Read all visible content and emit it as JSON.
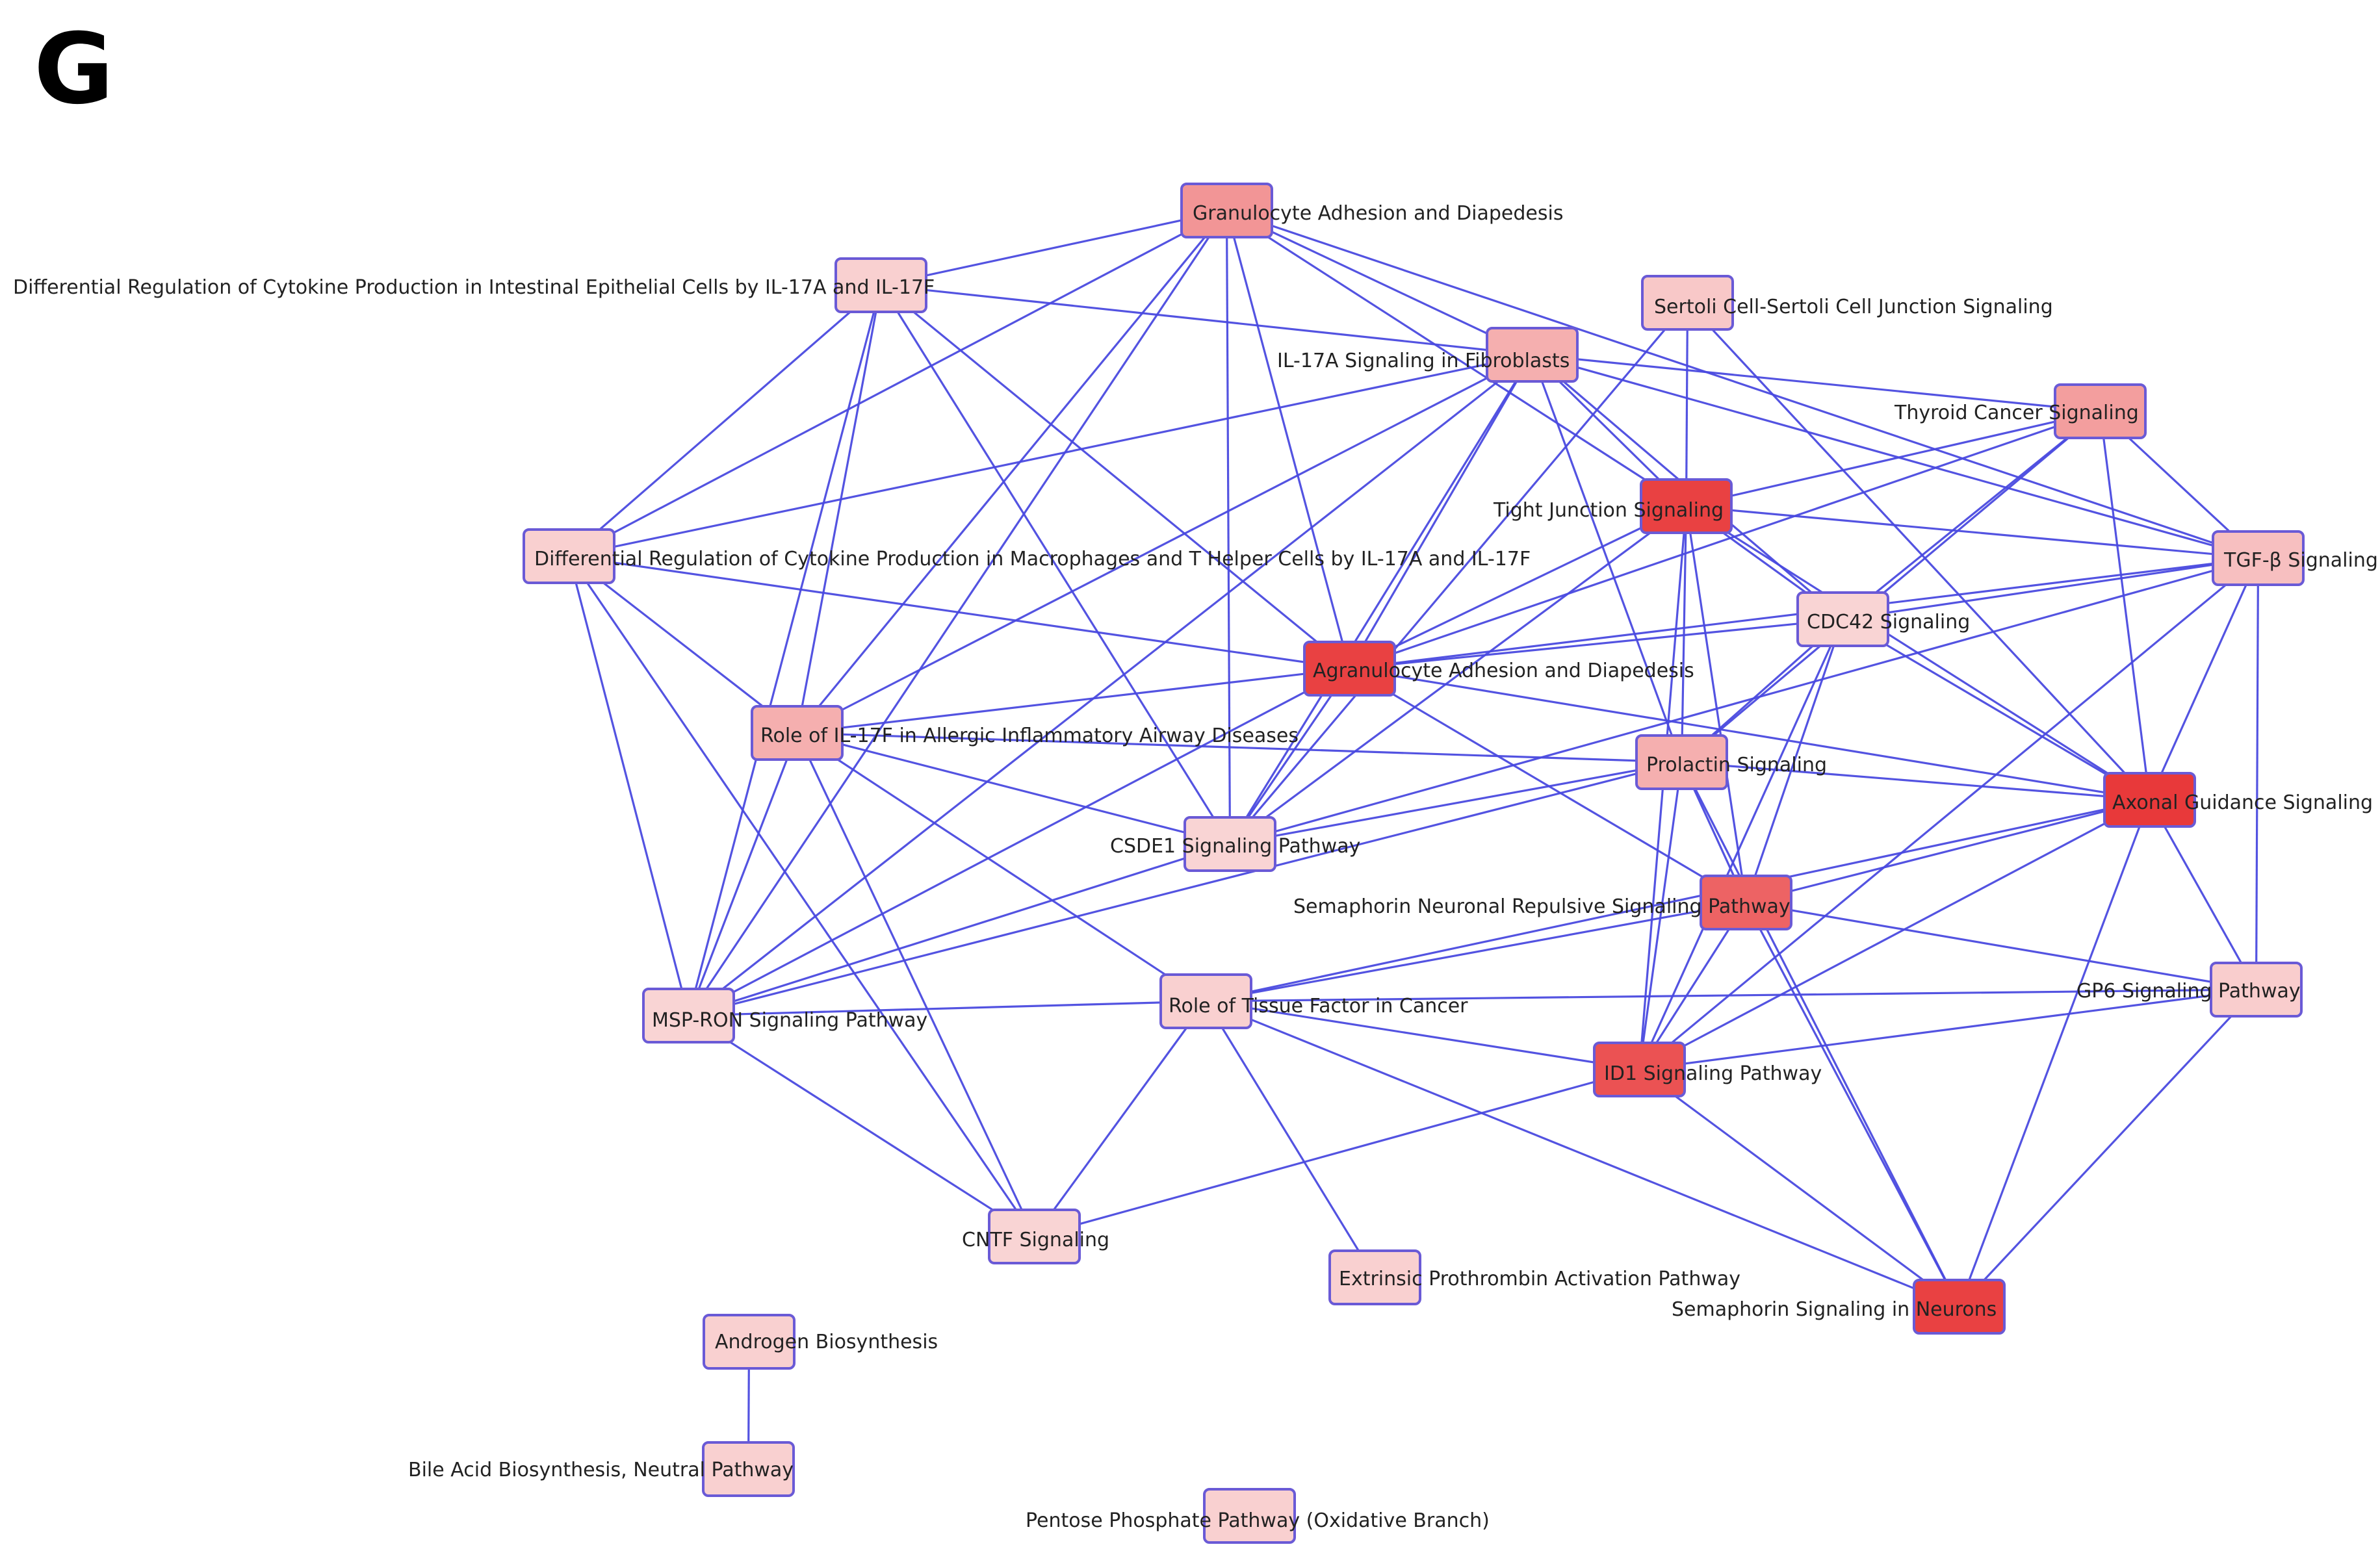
{
  "panel_letter": "G",
  "nodes": [
    {
      "id": "granulocyte",
      "label": "Granulocyte Adhesion and Diapedesis",
      "shade": 0.45
    },
    {
      "id": "diffreg_epithelial",
      "label": "Differential Regulation of Cytokine Production in Intestinal Epithelial Cells by IL-17A and IL-17F",
      "shade": 0.1
    },
    {
      "id": "sertoli",
      "label": "Sertoli Cell-Sertoli Cell Junction Signaling",
      "shade": 0.15
    },
    {
      "id": "il17a_fibro",
      "label": "IL-17A Signaling in Fibroblasts",
      "shade": 0.3
    },
    {
      "id": "thyroid",
      "label": "Thyroid Cancer Signaling",
      "shade": 0.4
    },
    {
      "id": "tight_junction",
      "label": "Tight Junction Signaling",
      "shade": 0.95
    },
    {
      "id": "diffreg_macro",
      "label": "Differential Regulation of Cytokine Production in Macrophages and T Helper Cells by IL-17A and IL-17F",
      "shade": 0.1
    },
    {
      "id": "tgfb",
      "label": "TGF-β Signaling",
      "shade": 0.2
    },
    {
      "id": "cdc42",
      "label": "CDC42 Signaling",
      "shade": 0.08
    },
    {
      "id": "agranulocyte",
      "label": "Agranulocyte Adhesion and Diapedesis",
      "shade": 0.95
    },
    {
      "id": "il17f_airway",
      "label": "Role of IL-17F in Allergic Inflammatory Airway Diseases",
      "shade": 0.3
    },
    {
      "id": "prolactin",
      "label": "Prolactin Signaling",
      "shade": 0.3
    },
    {
      "id": "axonal",
      "label": "Axonal Guidance Signaling",
      "shade": 1.0
    },
    {
      "id": "csde1",
      "label": "CSDE1 Signaling Pathway",
      "shade": 0.08
    },
    {
      "id": "semaphorin_repulsive",
      "label": "Semaphorin Neuronal Repulsive Signaling Pathway",
      "shade": 0.75
    },
    {
      "id": "gp6",
      "label": "GP6 Signaling Pathway",
      "shade": 0.12
    },
    {
      "id": "msp_ron",
      "label": "MSP-RON Signaling Pathway",
      "shade": 0.08
    },
    {
      "id": "tissue_factor",
      "label": "Role of Tissue Factor in Cancer",
      "shade": 0.1
    },
    {
      "id": "id1",
      "label": "ID1 Signaling Pathway",
      "shade": 0.85
    },
    {
      "id": "cntf",
      "label": "CNTF Signaling",
      "shade": 0.08
    },
    {
      "id": "extrinsic",
      "label": "Extrinsic Prothrombin Activation Pathway",
      "shade": 0.1
    },
    {
      "id": "sema_neurons",
      "label": "Semaphorin Signaling in Neurons",
      "shade": 0.95
    },
    {
      "id": "androgen",
      "label": "Androgen Biosynthesis",
      "shade": 0.1
    },
    {
      "id": "bile_acid",
      "label": "Bile Acid Biosynthesis, Neutral Pathway",
      "shade": 0.1
    },
    {
      "id": "pentose",
      "label": "Pentose Phosphate Pathway (Oxidative Branch)",
      "shade": 0.1
    }
  ],
  "edges": [
    [
      "granulocyte",
      "diffreg_macro"
    ],
    [
      "granulocyte",
      "il17a_fibro"
    ],
    [
      "granulocyte",
      "tight_junction"
    ],
    [
      "granulocyte",
      "agranulocyte"
    ],
    [
      "granulocyte",
      "il17f_airway"
    ],
    [
      "granulocyte",
      "msp_ron"
    ],
    [
      "granulocyte",
      "csde1"
    ],
    [
      "granulocyte",
      "tgfb"
    ],
    [
      "granulocyte",
      "diffreg_epithelial"
    ],
    [
      "diffreg_epithelial",
      "diffreg_macro"
    ],
    [
      "diffreg_epithelial",
      "il17a_fibro"
    ],
    [
      "diffreg_epithelial",
      "il17f_airway"
    ],
    [
      "diffreg_epithelial",
      "msp_ron"
    ],
    [
      "diffreg_epithelial",
      "csde1"
    ],
    [
      "diffreg_epithelial",
      "agranulocyte"
    ],
    [
      "sertoli",
      "tight_junction"
    ],
    [
      "sertoli",
      "axonal"
    ],
    [
      "sertoli",
      "csde1"
    ],
    [
      "il17a_fibro",
      "diffreg_macro"
    ],
    [
      "il17a_fibro",
      "tight_junction"
    ],
    [
      "il17a_fibro",
      "agranulocyte"
    ],
    [
      "il17a_fibro",
      "il17f_airway"
    ],
    [
      "il17a_fibro",
      "msp_ron"
    ],
    [
      "il17a_fibro",
      "csde1"
    ],
    [
      "il17a_fibro",
      "thyroid"
    ],
    [
      "il17a_fibro",
      "cdc42"
    ],
    [
      "il17a_fibro",
      "prolactin"
    ],
    [
      "il17a_fibro",
      "tgfb"
    ],
    [
      "thyroid",
      "tight_junction"
    ],
    [
      "thyroid",
      "cdc42"
    ],
    [
      "thyroid",
      "prolactin"
    ],
    [
      "thyroid",
      "axonal"
    ],
    [
      "thyroid",
      "agranulocyte"
    ],
    [
      "thyroid",
      "tgfb"
    ],
    [
      "tight_junction",
      "agranulocyte"
    ],
    [
      "tight_junction",
      "cdc42"
    ],
    [
      "tight_junction",
      "prolactin"
    ],
    [
      "tight_junction",
      "semaphorin_repulsive"
    ],
    [
      "tight_junction",
      "id1"
    ],
    [
      "tight_junction",
      "tgfb"
    ],
    [
      "tight_junction",
      "csde1"
    ],
    [
      "tight_junction",
      "axonal"
    ],
    [
      "diffreg_macro",
      "agranulocyte"
    ],
    [
      "diffreg_macro",
      "il17f_airway"
    ],
    [
      "diffreg_macro",
      "msp_ron"
    ],
    [
      "diffreg_macro",
      "cntf"
    ],
    [
      "tgfb",
      "cdc42"
    ],
    [
      "tgfb",
      "axonal"
    ],
    [
      "tgfb",
      "csde1"
    ],
    [
      "tgfb",
      "id1"
    ],
    [
      "tgfb",
      "gp6"
    ],
    [
      "tgfb",
      "agranulocyte"
    ],
    [
      "cdc42",
      "agranulocyte"
    ],
    [
      "cdc42",
      "prolactin"
    ],
    [
      "cdc42",
      "axonal"
    ],
    [
      "cdc42",
      "semaphorin_repulsive"
    ],
    [
      "cdc42",
      "id1"
    ],
    [
      "agranulocyte",
      "il17f_airway"
    ],
    [
      "agranulocyte",
      "csde1"
    ],
    [
      "agranulocyte",
      "semaphorin_repulsive"
    ],
    [
      "agranulocyte",
      "axonal"
    ],
    [
      "agranulocyte",
      "msp_ron"
    ],
    [
      "il17f_airway",
      "csde1"
    ],
    [
      "il17f_airway",
      "msp_ron"
    ],
    [
      "il17f_airway",
      "tissue_factor"
    ],
    [
      "il17f_airway",
      "cntf"
    ],
    [
      "il17f_airway",
      "prolactin"
    ],
    [
      "prolactin",
      "axonal"
    ],
    [
      "prolactin",
      "semaphorin_repulsive"
    ],
    [
      "prolactin",
      "id1"
    ],
    [
      "prolactin",
      "csde1"
    ],
    [
      "prolactin",
      "sema_neurons"
    ],
    [
      "prolactin",
      "msp_ron"
    ],
    [
      "axonal",
      "semaphorin_repulsive"
    ],
    [
      "axonal",
      "id1"
    ],
    [
      "axonal",
      "gp6"
    ],
    [
      "axonal",
      "sema_neurons"
    ],
    [
      "axonal",
      "tissue_factor"
    ],
    [
      "csde1",
      "msp_ron"
    ],
    [
      "semaphorin_repulsive",
      "tissue_factor"
    ],
    [
      "semaphorin_repulsive",
      "id1"
    ],
    [
      "semaphorin_repulsive",
      "sema_neurons"
    ],
    [
      "semaphorin_repulsive",
      "gp6"
    ],
    [
      "gp6",
      "sema_neurons"
    ],
    [
      "gp6",
      "tissue_factor"
    ],
    [
      "gp6",
      "id1"
    ],
    [
      "msp_ron",
      "tissue_factor"
    ],
    [
      "msp_ron",
      "cntf"
    ],
    [
      "tissue_factor",
      "cntf"
    ],
    [
      "tissue_factor",
      "extrinsic"
    ],
    [
      "tissue_factor",
      "sema_neurons"
    ],
    [
      "tissue_factor",
      "id1"
    ],
    [
      "id1",
      "cntf"
    ],
    [
      "id1",
      "sema_neurons"
    ],
    [
      "androgen",
      "bile_acid"
    ]
  ],
  "colors": {
    "edge": "#4a4ae0",
    "node_border": "#6a5ad6",
    "low": "#fbe1e1",
    "high": "#e8393a"
  }
}
